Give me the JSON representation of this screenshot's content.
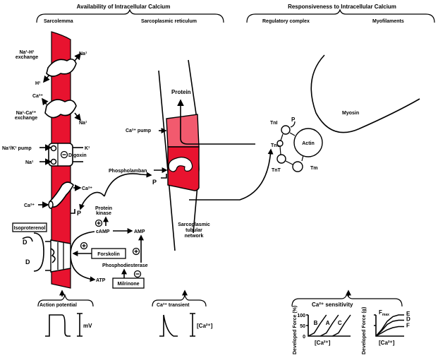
{
  "header": {
    "left_title": "Availability of Intracellular Calcium",
    "left_sub": [
      "Sarcolemma",
      "Sarcoplasmic reticulum"
    ],
    "right_title": "Responsiveness to Intracellular Calcium",
    "right_sub": [
      "Regulatory complex",
      "Myofilaments"
    ]
  },
  "colors": {
    "sarcolemma": "#e8132f",
    "sr_upper": "#f25a6e",
    "sr_lower": "#e8132f"
  },
  "sarcolemma": {
    "na_h_exchange": "Na¹-H¹ exchange",
    "na_h_line1": "Na¹-H¹",
    "na_h_line2": "exchange",
    "na_out_1": "Na¹",
    "h_in": "H¹",
    "ca_out": "Ca²⁺",
    "na_ca_line1": "Na¹-Ca²⁺",
    "na_ca_line2": "exchange",
    "na_out_2": "Na¹",
    "nak_pump": "Na¹/K¹ pump",
    "k_label": "K¹",
    "na_label_3": "Na¹",
    "digoxin": "Digoxin",
    "digoxin_sign": "−",
    "ca_channel_out": "Ca²⁺",
    "ca_channel_in": "Ca²⁺",
    "p_label": "P",
    "isoproterenol": "Isoproterenol"
  },
  "signaling": {
    "protein_kinase_1": "Protein",
    "protein_kinase_2": "kinase",
    "camp": "cAMP",
    "amp": "AMP",
    "atp": "ATP",
    "forskolin": "Forskolin",
    "phosphodiesterase": "Phosphodiesterase",
    "milrinone": "Milrinone",
    "plus": "+",
    "minus": "−"
  },
  "sr": {
    "protein": "Protein",
    "ca_pump": "Ca²⁺ pump",
    "phospholamban": "Phospholamban",
    "p_label": "P",
    "network_1": "Sarcoplasmic",
    "network_2": "tubular",
    "network_3": "network"
  },
  "regulatory": {
    "tni": "TnI",
    "tnc": "TnC",
    "tnt": "TnT",
    "tm": "Tm",
    "actin": "Actin",
    "myosin": "Myosin",
    "p_label": "P"
  },
  "bottom": {
    "action_potential": "Action potential",
    "ap_unit": "mV",
    "ca_transient": "Ca²⁺ transient",
    "ca_unit": "[Ca²⁺]",
    "ca_sensitivity": "Ca²⁺ sensitivity",
    "ylabel_pct": "Developed Force (%)",
    "ylabel_g": "Developed Force (g)",
    "xlabel": "[Ca²⁺]",
    "fmax": "F",
    "fmax_sub": "max"
  },
  "chart_data": [
    {
      "type": "line",
      "title": "Ca²⁺ sensitivity",
      "xlabel": "[Ca²⁺]",
      "ylabel": "Developed Force (%)",
      "yticks": [
        "0",
        "50",
        "100"
      ],
      "ylim": [
        0,
        100
      ],
      "series": [
        {
          "name": "B",
          "x": [
            0,
            1,
            2,
            3
          ],
          "y": [
            0,
            15,
            60,
            100
          ]
        },
        {
          "name": "A",
          "x": [
            2,
            3,
            4,
            5
          ],
          "y": [
            0,
            15,
            60,
            100
          ]
        },
        {
          "name": "C",
          "x": [
            4,
            5,
            6,
            7
          ],
          "y": [
            0,
            15,
            60,
            100
          ]
        }
      ]
    },
    {
      "type": "line",
      "title": "",
      "xlabel": "[Ca²⁺]",
      "ylabel": "Developed Force (g)",
      "annotation": "Fmax",
      "series": [
        {
          "name": "E",
          "x": [
            0,
            1,
            2,
            3,
            4,
            5
          ],
          "y": [
            0,
            30,
            70,
            92,
            100,
            100
          ]
        },
        {
          "name": "D",
          "x": [
            0,
            1,
            2,
            3,
            4,
            5
          ],
          "y": [
            0,
            25,
            55,
            70,
            75,
            75
          ]
        },
        {
          "name": "F",
          "x": [
            0,
            1,
            2,
            3,
            4,
            5
          ],
          "y": [
            0,
            15,
            30,
            40,
            45,
            45
          ]
        }
      ]
    }
  ]
}
